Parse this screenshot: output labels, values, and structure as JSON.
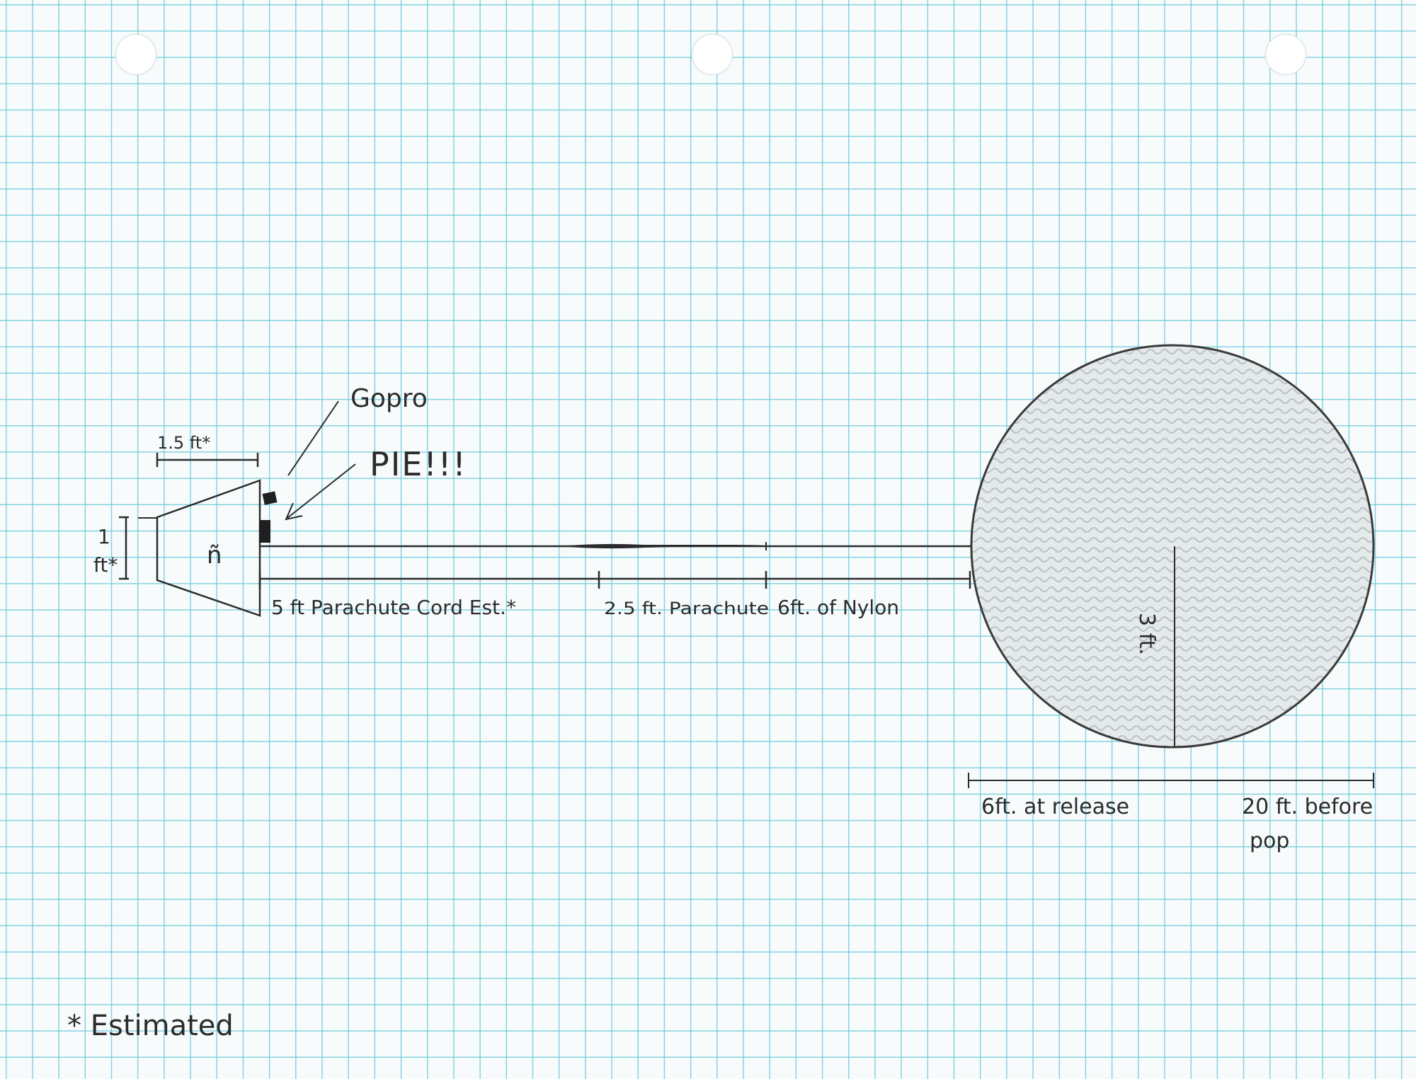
{
  "labels": {
    "gopro": "Gopro",
    "pie": "PIE!!!",
    "top_dim": "1.5 ft*",
    "side_dim_value": "1",
    "side_dim_unit": "ft*",
    "body_mark": "ñ",
    "cord": "5 ft Parachute Cord Est.*",
    "parachute": "2.5 ft. Parachute",
    "nylon": "6ft. of Nylon",
    "radius": "3 ft.",
    "release": "6ft. at release",
    "before_pop_1": "20 ft. before",
    "before_pop_2": "pop",
    "legend": "* Estimated"
  },
  "colors": {
    "pencil": "#2b2b2b",
    "grid": "#60c4d8",
    "shading": "#b9c0c4"
  }
}
